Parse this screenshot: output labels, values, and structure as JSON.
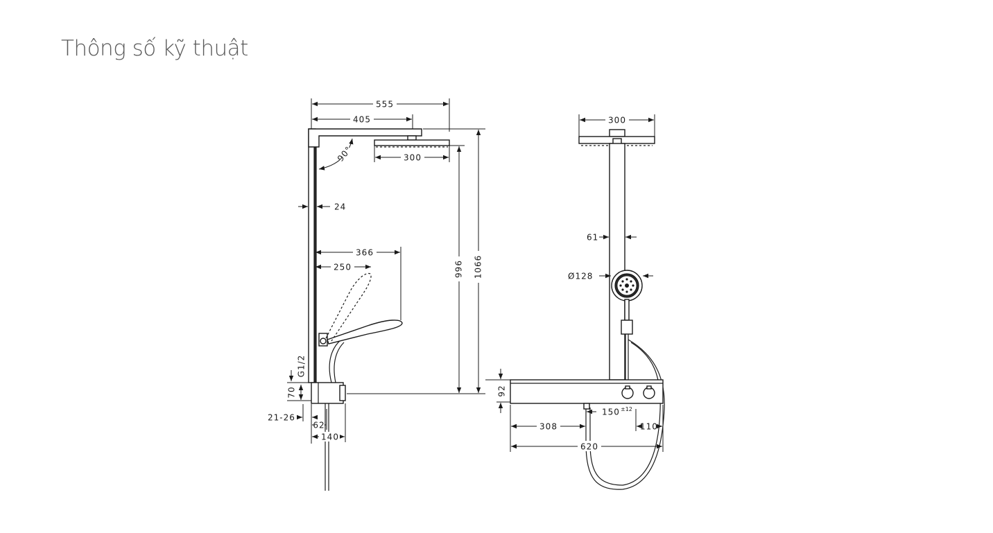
{
  "title": "Thông số kỹ thuật",
  "side_view": {
    "dims": {
      "total_width": "555",
      "arm_length": "405",
      "overhead_width": "300",
      "arm_angle": "90°",
      "riser_diameter": "24",
      "handshower_reach": "366",
      "handshower_holder": "250",
      "overhead_height": "996",
      "total_height": "1066",
      "thread": "G1/2",
      "connection_height": "70",
      "wall_distance": "21-26",
      "mixer_depth": "62",
      "mixer_total_depth": "140"
    }
  },
  "front_view": {
    "dims": {
      "overhead_width": "300",
      "riser_width": "61",
      "handshower_diameter": "Ø128",
      "mixer_height": "92",
      "inlet_offset": "308",
      "inlet_spacing": "150",
      "inlet_spacing_tolerance": "±12",
      "right_offset": "110",
      "mixer_width": "620"
    }
  }
}
